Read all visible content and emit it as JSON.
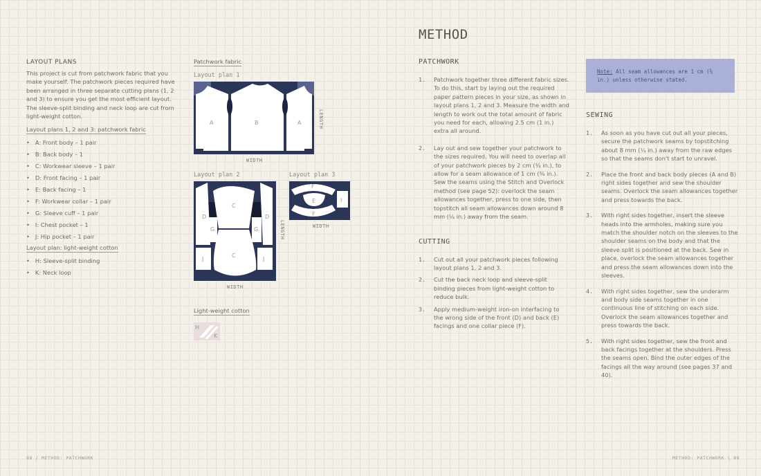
{
  "left_page": {
    "heading": "LAYOUT PLANS",
    "intro": "This project is cut from patchwork fabric that you make yourself. The patchwork pieces required have been arranged in three separate cutting plans (1, 2 and 3) to ensure you get the most efficient layout. The sleeve-split binding and neck loop are cut from light-weight cotton.",
    "list1_title": "Layout plans 1, 2 and 3: patchwork fabric",
    "list1": [
      "A: Front body – 1 pair",
      "B: Back body – 1",
      "C: Workwear sleeve – 1 pair",
      "D: Front facing  – 1 pair",
      "E: Back facing – 1",
      "F: Workwear collar  – 1 pair",
      "G: Sleeve cuff – 1 pair",
      "I: Chest pocket – 1",
      "J: Hip pocket  – 1 pair"
    ],
    "list2_title": "Layout plan: light-weight cotton",
    "list2": [
      "H: Sleeve-split binding",
      "K: Neck loop"
    ],
    "diagrams": {
      "fabric_title": "Patchwork fabric",
      "plan1": "Layout plan 1",
      "plan2": "Layout plan 2",
      "plan3": "Layout plan 3",
      "width": "WIDTH",
      "length": "LENGTH",
      "cotton_title": "Light-weight cotton",
      "piece_labels": {
        "A": "A",
        "B": "B",
        "C": "C",
        "D": "D",
        "E": "E",
        "F": "F",
        "G": "G",
        "H": "H",
        "I": "I",
        "J": "J",
        "K": "K"
      },
      "fabric_color": "#2b3557",
      "cotton_color": "#e8dcdc"
    },
    "footer": "88 / METHOD: PATCHWORK"
  },
  "right_page": {
    "title": "METHOD",
    "patchwork": {
      "heading": "PATCHWORK",
      "steps": [
        {
          "n": "1.",
          "text": "Patchwork together three different fabric sizes. To do this, start by laying out the required paper pattern pieces in your size, as shown in layout plans 1, 2 and 3. Measure the width and length to work out the total amount of fabric you need for each, allowing 2.5 cm (1 in.) extra all around."
        },
        {
          "n": "2.",
          "text": "Lay out and sew together your patchwork to the sizes required. You will need to overlap all of your patchwork pieces by 2 cm (¾ in.), to allow for a seam allowance of 1 cm (⅜ in.). Sew the seams using the Stitch and Overlock method (see page 52): overlock the seam allowances together, press to one side, then topstitch all seam allowances down around 8 mm (¼ in.) away from the seam."
        }
      ]
    },
    "cutting": {
      "heading": "CUTTING",
      "steps": [
        {
          "n": "1.",
          "text": "Cut out all your patchwork pieces following layout plans 1, 2 and 3."
        },
        {
          "n": "2.",
          "text": "Cut the back neck loop and sleeve-split binding pieces from light-weight cotton to reduce bulk."
        },
        {
          "n": "3.",
          "text": "Apply medium-weight iron-on interfacing to the wrong side of the front (D) and back (E) facings and one collar piece (F)."
        }
      ]
    },
    "note": {
      "label": "Note:",
      "text": "All seam allowances are 1 cm (⅜ in.) unless otherwise stated.",
      "color": "#aab0d8"
    },
    "sewing": {
      "heading": "SEWING",
      "steps": [
        {
          "n": "1.",
          "text": "As soon as you have cut out all your pieces, secure the patchwork seams by topstitching about 8 mm (¼ in.) away from the raw edges so that the seams don't start to unravel."
        },
        {
          "n": "2.",
          "text": "Place the front and back body pieces (A and B) right sides together and sew the shoulder seams. Overlock the seam allowances together and press towards the back."
        },
        {
          "n": "3.",
          "text": "With right sides together, insert the sleeve heads into the armholes, making sure you match the shoulder notch on the sleeves to the shoulder seams on the body and that the sleeve split is positioned at the back. Sew in place, overlock the seam allowances together and press the seam allowances down into the sleeves."
        },
        {
          "n": "4.",
          "text": "With right sides together, sew the underarm and body side seams together in one continuous line of stitching on each side. Overlock the seam allowances together and press towards the back."
        },
        {
          "n": "5.",
          "text": "With right sides together, sew the front and back facings together at the shoulders. Press the seams open. Bind the outer edges of the facings all the way around (see pages 37 and 40)."
        }
      ]
    },
    "footer": "METHOD: PATCHWORK \\ 89"
  }
}
